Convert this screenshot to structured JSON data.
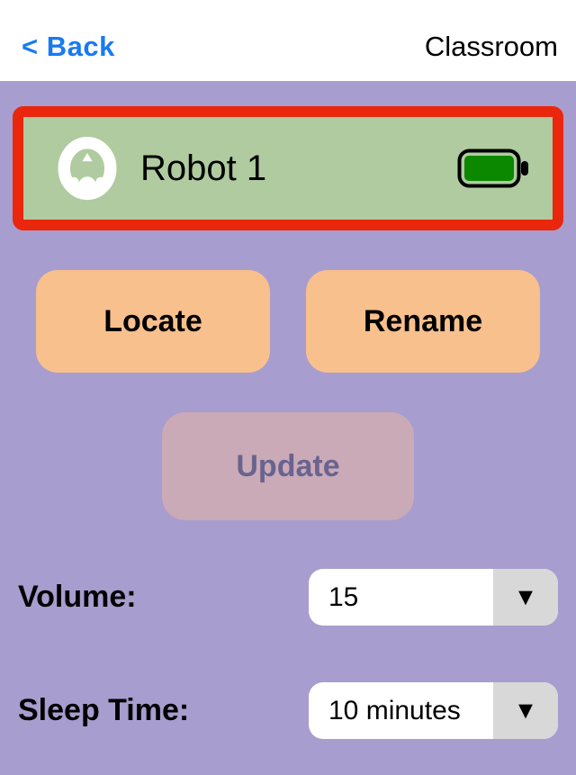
{
  "nav": {
    "back_label": "< Back",
    "title": "Classroom"
  },
  "robot_card": {
    "name": "Robot 1",
    "selected": true,
    "battery_state": "full"
  },
  "actions": {
    "locate_label": "Locate",
    "rename_label": "Rename",
    "update_label": "Update",
    "update_enabled": false
  },
  "settings": {
    "volume": {
      "label": "Volume:",
      "value": "15"
    },
    "sleep_time": {
      "label": "Sleep Time:",
      "value": "10 minutes"
    }
  },
  "ui": {
    "dropdown_arrow": "▼"
  },
  "colors": {
    "background_purple": "#a79dce",
    "navbar_white": "#ffffff",
    "back_link_blue": "#187af2",
    "card_green": "#afcb9f",
    "highlight_red": "#ea260c",
    "action_orange": "#f8c08d",
    "update_disabled_bg": "#caaab6",
    "update_disabled_text": "#696390",
    "battery_green": "#0c8700",
    "dropdown_gray": "#d8d8d8"
  }
}
